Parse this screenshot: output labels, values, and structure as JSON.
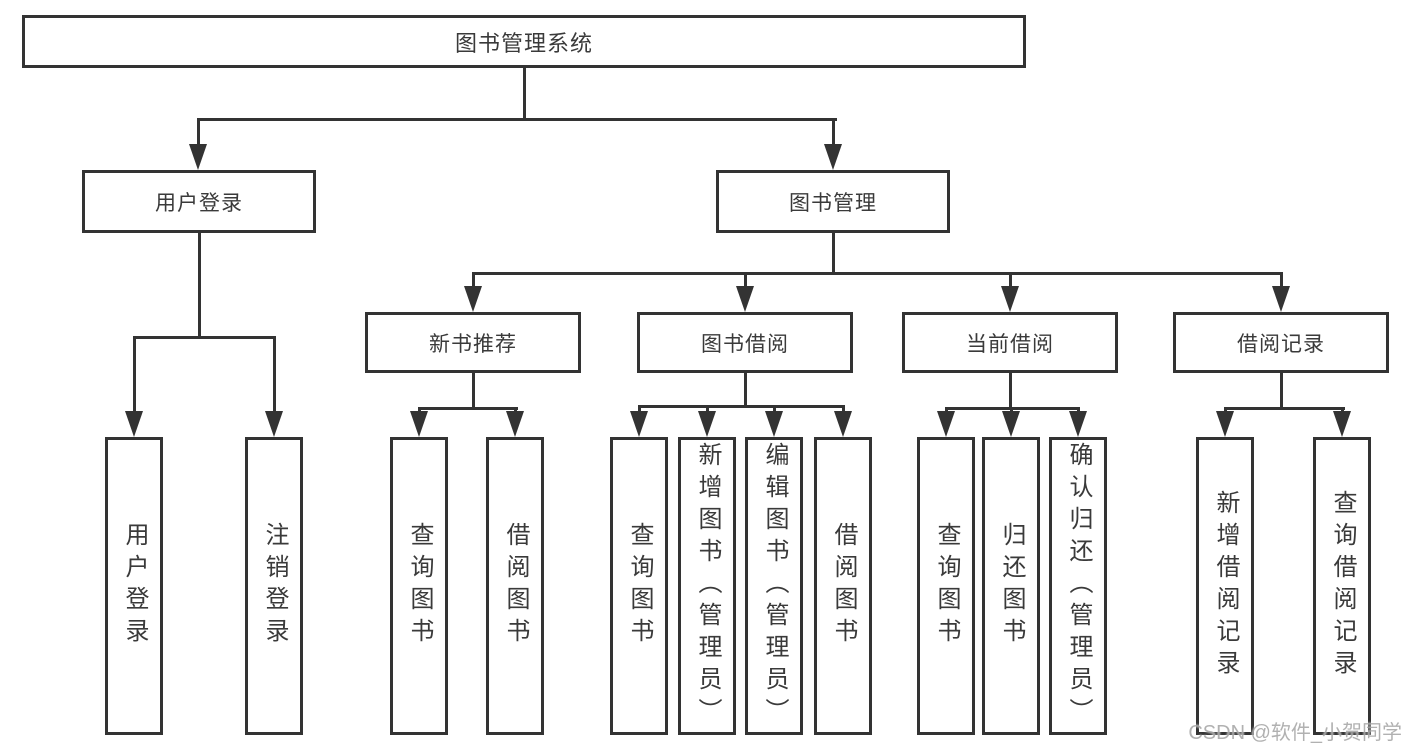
{
  "diagram": {
    "title": "图书管理系统",
    "tree": {
      "label": "图书管理系统",
      "children": [
        {
          "label": "用户登录",
          "children": [
            {
              "label": "用户登录"
            },
            {
              "label": "注销登录"
            }
          ]
        },
        {
          "label": "图书管理",
          "children": [
            {
              "label": "新书推荐",
              "children": [
                {
                  "label": "查询图书"
                },
                {
                  "label": "借阅图书"
                }
              ]
            },
            {
              "label": "图书借阅",
              "children": [
                {
                  "label": "查询图书"
                },
                {
                  "label": "新增图书（管理员）"
                },
                {
                  "label": "编辑图书（管理员）"
                },
                {
                  "label": "借阅图书"
                }
              ]
            },
            {
              "label": "当前借阅",
              "children": [
                {
                  "label": "查询图书"
                },
                {
                  "label": "归还图书"
                },
                {
                  "label": "确认归还（管理员）"
                }
              ]
            },
            {
              "label": "借阅记录",
              "children": [
                {
                  "label": "新增借阅记录"
                },
                {
                  "label": "查询借阅记录"
                }
              ]
            }
          ]
        }
      ]
    },
    "watermark": "CSDN @软件_小贺同学",
    "colors": {
      "line": "#333333",
      "text": "#3a3a3a",
      "background": "#ffffff",
      "watermark": "#9e9e9e"
    }
  }
}
